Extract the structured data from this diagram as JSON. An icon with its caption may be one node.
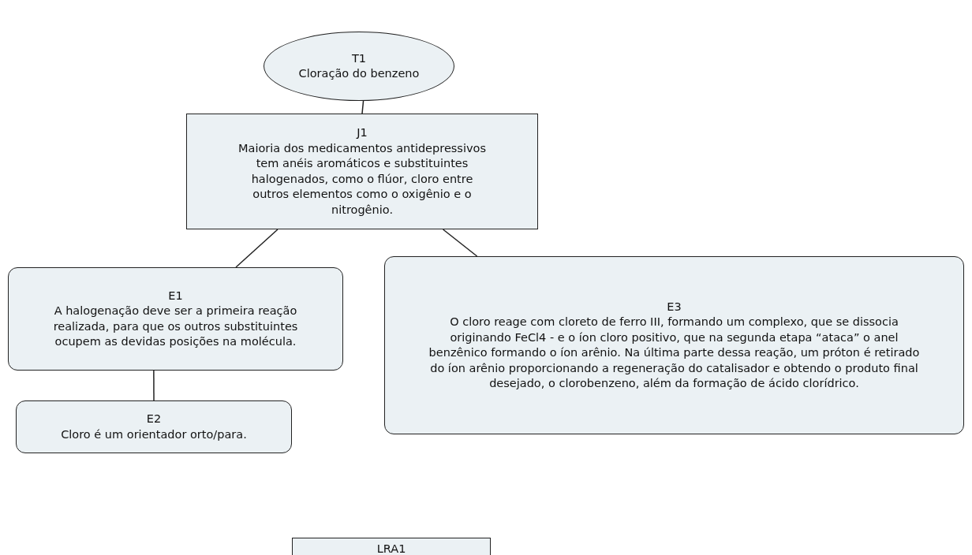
{
  "diagram": {
    "nodes": [
      {
        "text": [
          "T1",
          "Cloração do benzeno"
        ]
      },
      {
        "text": [
          "J1",
          "Maioria dos medicamentos antidepressivos tem anéis aromáticos e substituintes halogenados, como o flúor, cloro entre outros elementos como o oxigênio e o nitrogênio."
        ]
      },
      {
        "text": [
          "E1",
          "A halogenação deve ser a primeira reação realizada, para que os outros substituintes ocupem as devidas posições na molécula."
        ]
      },
      {
        "text": [
          "E2",
          "Cloro é um orientador orto/para."
        ]
      },
      {
        "text": [
          "E3",
          "O cloro reage com cloreto de ferro III, formando um complexo, que se dissocia originando FeCl4 - e o íon cloro positivo, que na segunda etapa “ataca” o anel benzênico formando o íon arênio. Na última parte dessa reação, um próton é retirado do íon arênio proporcionando a regeneração do catalisador e obtendo o produto final desejado, o clorobenzeno, além da formação de ácido clorídrico."
        ]
      },
      {
        "text": [
          "LRA1"
        ]
      }
    ],
    "edges": [
      {
        "from": 0,
        "to": 1,
        "arrow": "none"
      },
      {
        "from": 1,
        "to": 2,
        "arrow": "none"
      },
      {
        "from": 1,
        "to": 4,
        "arrow": "none"
      },
      {
        "from": 2,
        "to": 3,
        "arrow": "none"
      }
    ]
  }
}
